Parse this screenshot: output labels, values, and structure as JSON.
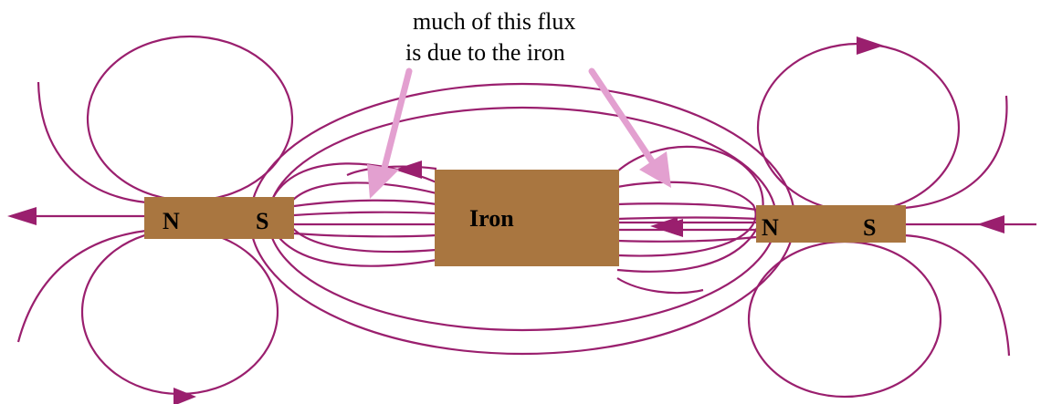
{
  "annotation": {
    "line1": "much of this flux",
    "line2": "is due to the iron"
  },
  "left_magnet": {
    "north_label": "N",
    "south_label": "S"
  },
  "iron_block": {
    "label": "Iron"
  },
  "right_magnet": {
    "north_label": "N",
    "south_label": "S"
  },
  "colors": {
    "field_line": "#9a1f6e",
    "magnet_fill": "#a97640",
    "pointer": "#e3a0d0"
  }
}
